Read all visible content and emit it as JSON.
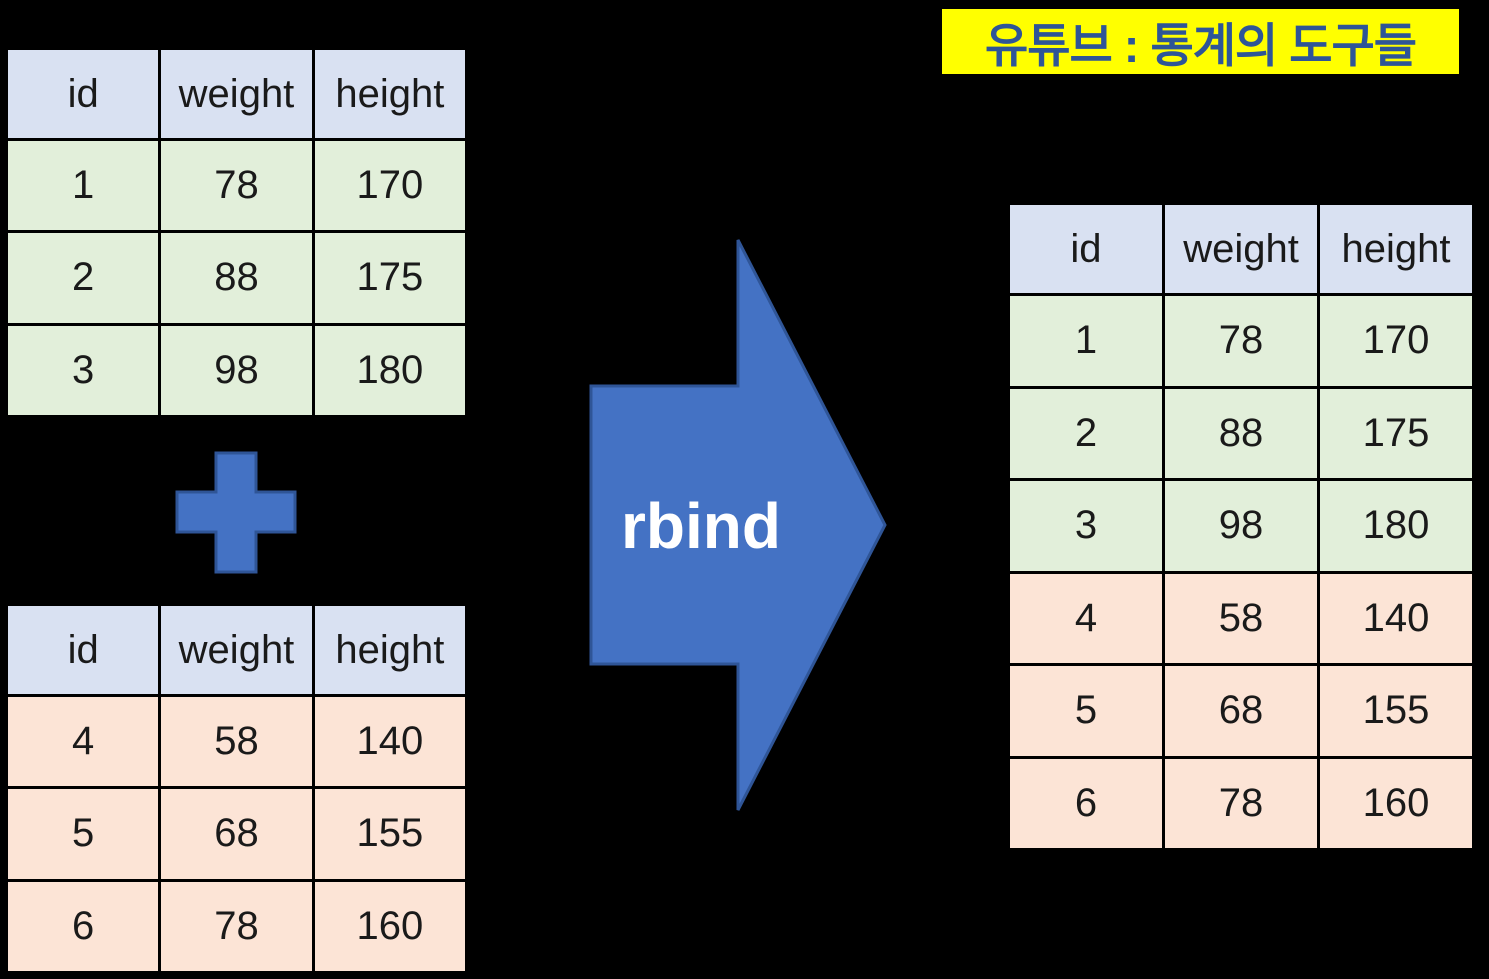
{
  "banner": {
    "text": "유튜브 : 통계의 도구들"
  },
  "arrow": {
    "label": "rbind"
  },
  "tables": {
    "columns": [
      "id",
      "weight",
      "height"
    ],
    "first": {
      "rows": [
        [
          "1",
          "78",
          "170"
        ],
        [
          "2",
          "88",
          "175"
        ],
        [
          "3",
          "98",
          "180"
        ]
      ],
      "row_bgs": [
        "#E2EFDA",
        "#E2EFDA",
        "#E2EFDA"
      ]
    },
    "second": {
      "rows": [
        [
          "4",
          "58",
          "140"
        ],
        [
          "5",
          "68",
          "155"
        ],
        [
          "6",
          "78",
          "160"
        ]
      ],
      "row_bgs": [
        "#FCE4D6",
        "#FCE4D6",
        "#FCE4D6"
      ]
    },
    "result": {
      "rows": [
        [
          "1",
          "78",
          "170"
        ],
        [
          "2",
          "88",
          "175"
        ],
        [
          "3",
          "98",
          "180"
        ],
        [
          "4",
          "58",
          "140"
        ],
        [
          "5",
          "68",
          "155"
        ],
        [
          "6",
          "78",
          "160"
        ]
      ],
      "row_bgs": [
        "#E2EFDA",
        "#E2EFDA",
        "#E2EFDA",
        "#FCE4D6",
        "#FCE4D6",
        "#FCE4D6"
      ]
    }
  },
  "colors": {
    "canvas_bg": "#000000",
    "header_bg": "#D9E1F2",
    "green_row": "#E2EFDA",
    "peach_row": "#FCE4D6",
    "shape_blue": "#4472C4",
    "shape_blue_border": "#2F5597",
    "banner_bg": "#FFFF00",
    "banner_fg": "#2E5597",
    "arrow_label_fg": "#FFFFFF",
    "cell_fg": "#1A1A1A",
    "table_border": "#000000"
  }
}
